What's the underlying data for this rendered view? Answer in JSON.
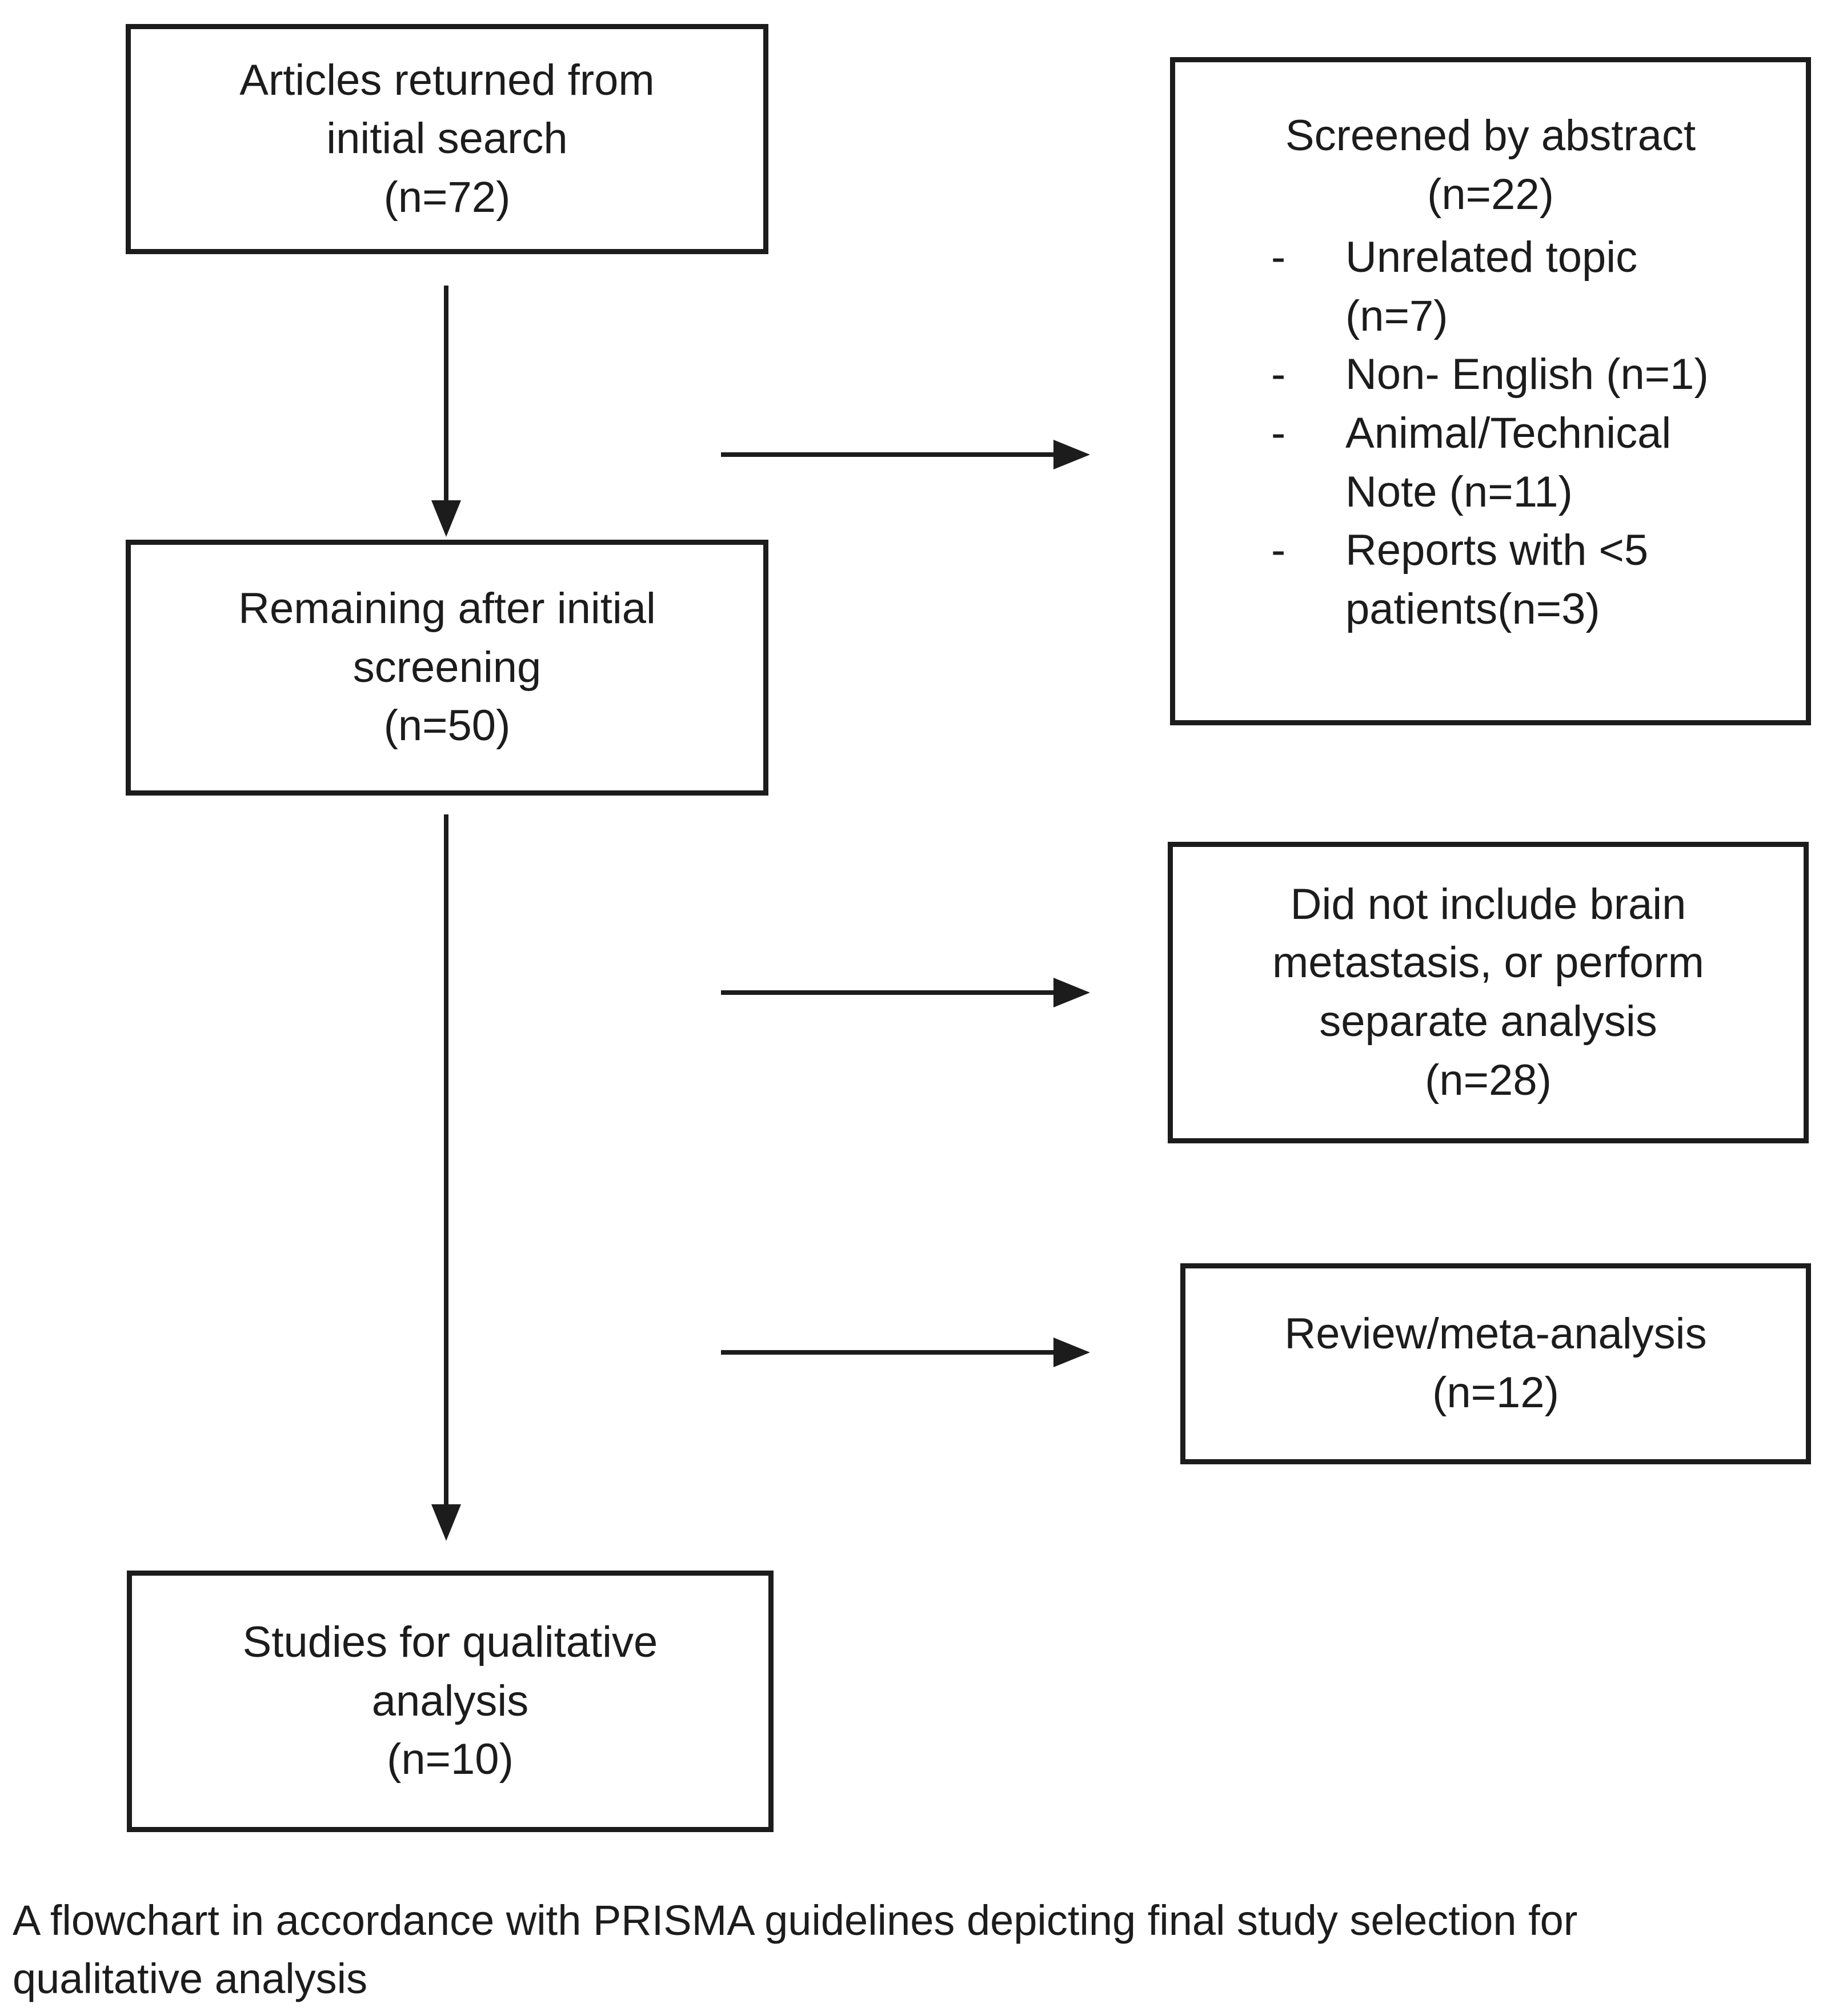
{
  "colors": {
    "ink": "#1c1c1c",
    "background": "#ffffff"
  },
  "boxes": {
    "initial_search": {
      "text": "Articles returned from\ninitial search\n(n=72)"
    },
    "remaining": {
      "text": "Remaining after initial\nscreening\n(n=50)"
    },
    "qualitative": {
      "text": "Studies for qualitative\nanalysis\n(n=10)"
    },
    "screened": {
      "heading": "Screened by abstract\n(n=22)",
      "bullets": [
        {
          "marker": "-",
          "text": "Unrelated topic\n(n=7)"
        },
        {
          "marker": "-",
          "text": "Non- English (n=1)"
        },
        {
          "marker": "-",
          "text": "Animal/Technical\nNote (n=11)"
        },
        {
          "marker": "-",
          "text": "Reports with <5\npatients(n=3)"
        }
      ]
    },
    "brain_metastasis": {
      "text": "Did not include brain\nmetastasis, or perform\nseparate analysis\n(n=28)"
    },
    "review": {
      "text": "Review/meta-analysis\n(n=12)"
    }
  },
  "caption": "A flowchart in accordance with PRISMA guidelines depicting final study selection for\nqualitative analysis"
}
